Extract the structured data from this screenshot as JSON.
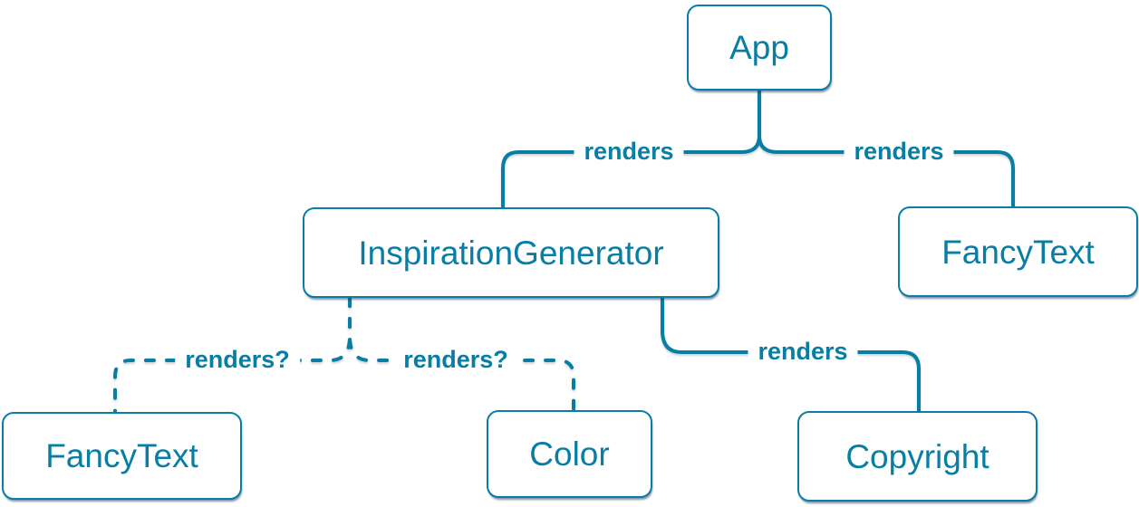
{
  "diagram": {
    "type": "tree",
    "colors": {
      "accent": "#087ea4",
      "node_fill": "#ffffff",
      "background": "#ffffff"
    },
    "nodes": [
      {
        "id": "app",
        "label": "App"
      },
      {
        "id": "inspiration-generator",
        "label": "InspirationGenerator"
      },
      {
        "id": "fancy-text-top",
        "label": "FancyText"
      },
      {
        "id": "fancy-text-bottom",
        "label": "FancyText"
      },
      {
        "id": "color",
        "label": "Color"
      },
      {
        "id": "copyright",
        "label": "Copyright"
      }
    ],
    "edges": [
      {
        "from": "App",
        "to": "InspirationGenerator",
        "label": "renders",
        "style": "solid"
      },
      {
        "from": "App",
        "to": "FancyText",
        "label": "renders",
        "style": "solid"
      },
      {
        "from": "InspirationGenerator",
        "to": "FancyText",
        "label": "renders?",
        "style": "dashed"
      },
      {
        "from": "InspirationGenerator",
        "to": "Color",
        "label": "renders?",
        "style": "dashed"
      },
      {
        "from": "InspirationGenerator",
        "to": "Copyright",
        "label": "renders",
        "style": "solid"
      }
    ]
  }
}
